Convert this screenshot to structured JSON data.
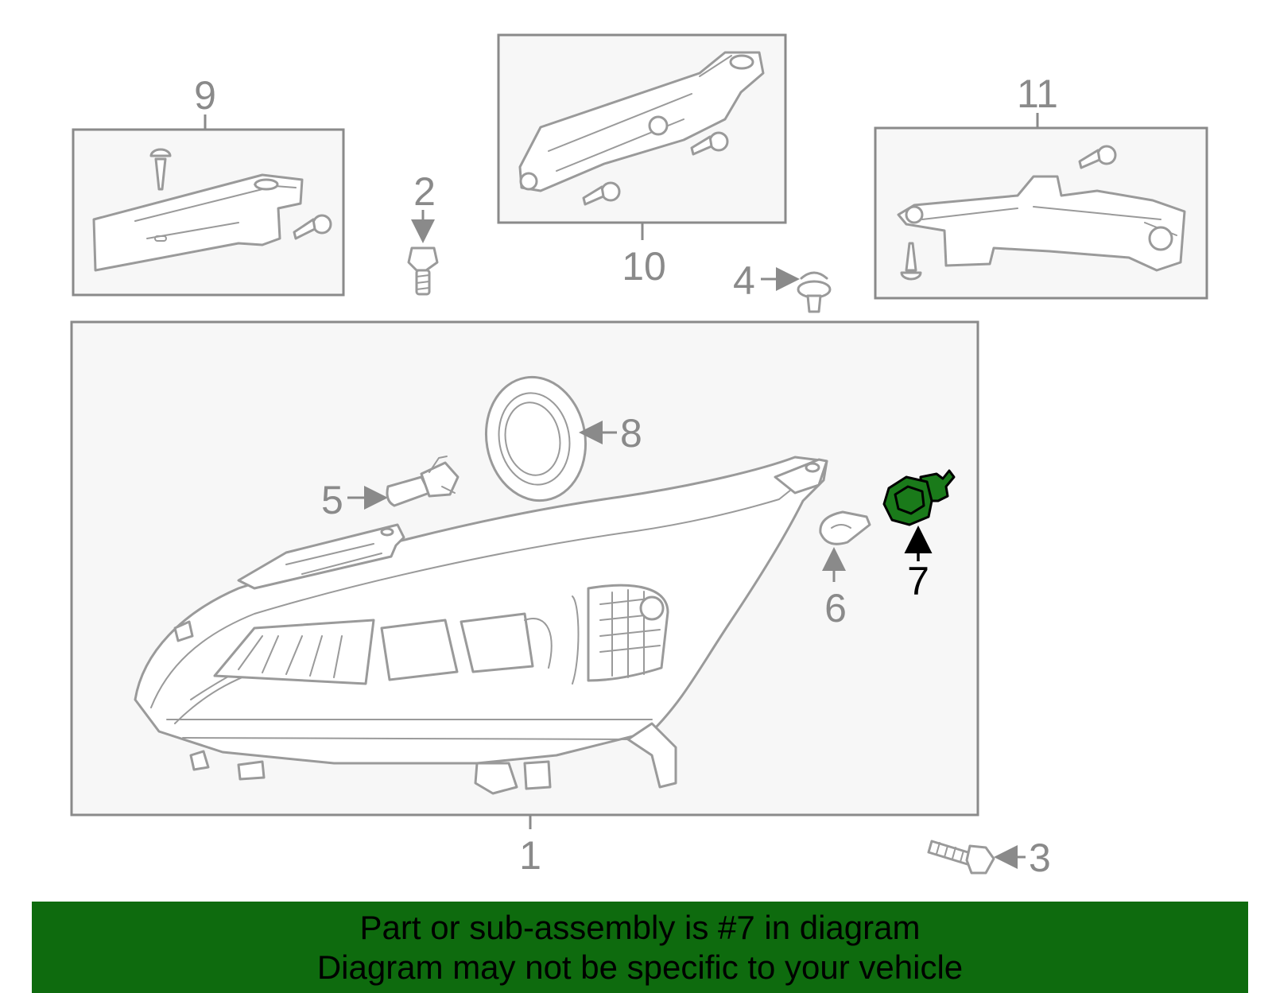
{
  "callouts": {
    "c1": "1",
    "c2": "2",
    "c3": "3",
    "c4": "4",
    "c5": "5",
    "c6": "6",
    "c7": "7",
    "c8": "8",
    "c9": "9",
    "c10": "10",
    "c11": "11"
  },
  "highlighted_part": "7",
  "colors": {
    "highlight": "#1a7a1a",
    "banner": "#0e6b0e",
    "line_art": "#9a9a9a"
  },
  "banner": {
    "line1": "Part or sub-assembly is #7 in diagram",
    "line2": "Diagram may not be specific to your vehicle"
  }
}
